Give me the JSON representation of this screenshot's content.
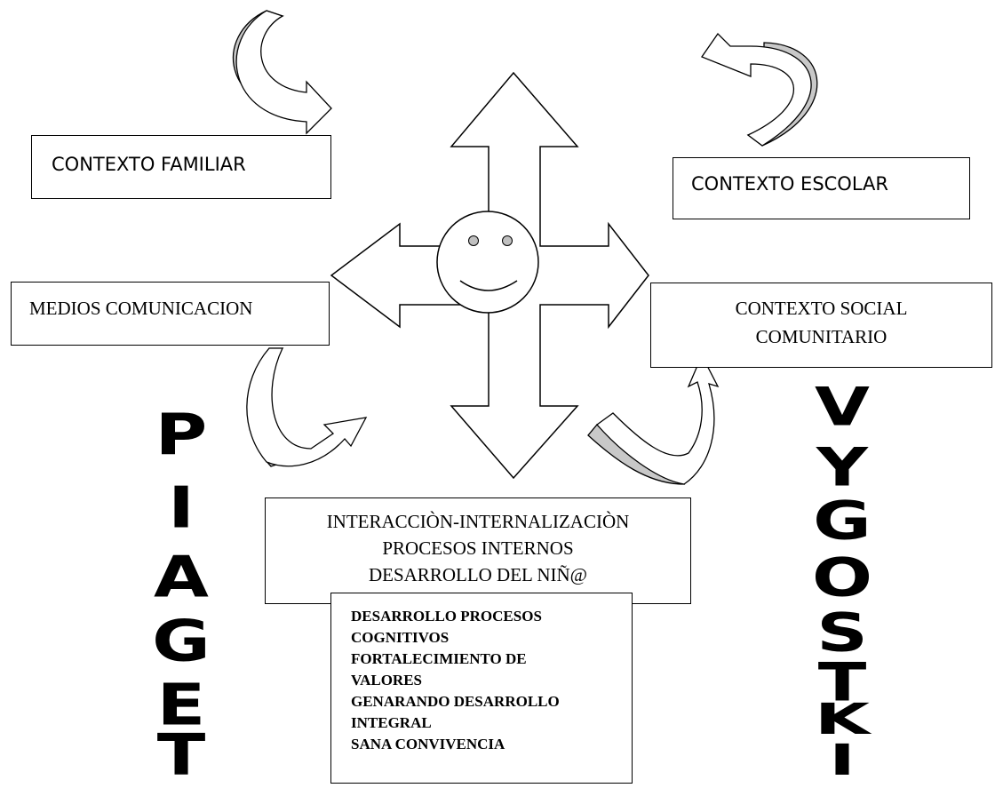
{
  "boxes": {
    "contexto_familiar": "CONTEXTO FAMILIAR",
    "contexto_escolar": "CONTEXTO ESCOLAR",
    "medios_comunicacion": "MEDIOS COMUNICACION",
    "contexto_social": [
      "CONTEXTO SOCIAL",
      "COMUNITARIO"
    ],
    "interaccion": [
      "INTERACCIÒN-INTERNALIZACIÒN",
      "PROCESOS INTERNOS",
      "DESARROLLO DEL NIÑ@"
    ],
    "desarrollo": [
      "DESARROLLO PROCESOS",
      "COGNITIVOS",
      "FORTALECIMIENTO DE",
      "VALORES",
      "GENARANDO DESARROLLO",
      "INTEGRAL",
      "SANA CONVIVENCIA"
    ]
  },
  "side_words": {
    "left": [
      "P",
      "I",
      "A",
      "G",
      "E",
      "T"
    ],
    "right": [
      "V",
      "Y",
      "G",
      "O",
      "S",
      "T",
      "K",
      "I"
    ]
  },
  "colors": {
    "stroke": "#000000",
    "arrow_shade": "#c8c8c8",
    "face_eyes": "#c0c0c0",
    "background": "#ffffff"
  }
}
